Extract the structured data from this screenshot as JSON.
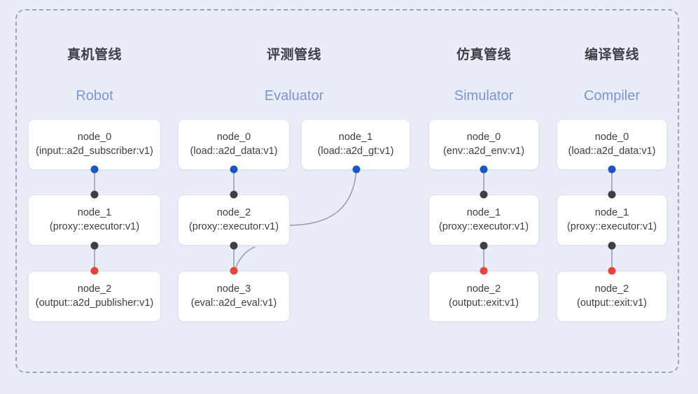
{
  "diagram": {
    "background_color": "#e8edf8",
    "frame_border_color": "#9aa4bb",
    "accent_blue": "#1a56c4",
    "accent_red": "#ea4335",
    "accent_dark": "#3c4043",
    "subtitle_color": "#7d94d8",
    "node_bg": "#ffffff",
    "node_border": "#dfe3ec",
    "edge_color": "#9aa0a6"
  },
  "columns": [
    {
      "title_cn": "真机管线",
      "title_en": "Robot",
      "nodes": [
        {
          "name": "node_0",
          "type": "(input::a2d_subscriber:v1)"
        },
        {
          "name": "node_1",
          "type": "(proxy::executor:v1)"
        },
        {
          "name": "node_2",
          "type": "(output::a2d_publisher:v1)"
        }
      ]
    },
    {
      "title_cn": "评测管线",
      "title_en": "Evaluator",
      "nodes": [
        {
          "name": "node_0",
          "type": "(load::a2d_data:v1)"
        },
        {
          "name": "node_1",
          "type": "(load::a2d_gt:v1)"
        },
        {
          "name": "node_2",
          "type": "(proxy::executor:v1)"
        },
        {
          "name": "node_3",
          "type": "(eval::a2d_eval:v1)"
        }
      ]
    },
    {
      "title_cn": "仿真管线",
      "title_en": "Simulator",
      "nodes": [
        {
          "name": "node_0",
          "type": "(env::a2d_env:v1)"
        },
        {
          "name": "node_1",
          "type": "(proxy::executor:v1)"
        },
        {
          "name": "node_2",
          "type": "(output::exit:v1)"
        }
      ]
    },
    {
      "title_cn": "编译管线",
      "title_en": "Compiler",
      "nodes": [
        {
          "name": "node_0",
          "type": "(load::a2d_data:v1)"
        },
        {
          "name": "node_1",
          "type": "(proxy::executor:v1)"
        },
        {
          "name": "node_2",
          "type": "(output::exit:v1)"
        }
      ]
    }
  ]
}
